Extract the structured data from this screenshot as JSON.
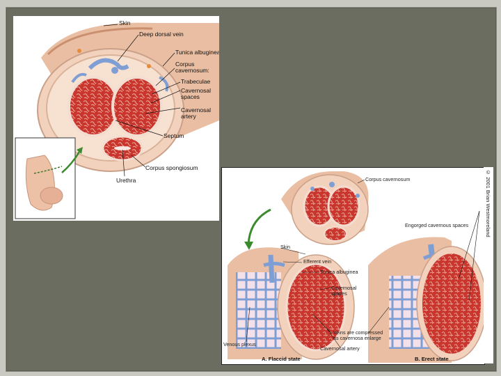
{
  "top_figure": {
    "labels": {
      "skin": "Skin",
      "deep_dorsal_vein": "Deep dorsal vein",
      "tunica_albuginea": "Tunica albuginea",
      "corpus_cavernosum_1": "Corpus",
      "corpus_cavernosum_2": "cavernosum:",
      "trabeculae": "Trabeculae",
      "cavernosal_spaces_1": "Cavernosal",
      "cavernosal_spaces_2": "spaces",
      "cavernosal_artery_1": "Cavernosal",
      "cavernosal_artery_2": "artery",
      "septum": "Septum",
      "corpus_spongiosum": "Corpus spongiosum",
      "urethra": "Urethra"
    }
  },
  "bottom_figure": {
    "labels": {
      "corpus_cavernosum": "Corpus cavernosum",
      "engorged_spaces": "Engorged cavernous spaces",
      "skin": "Skin",
      "efferent_vein": "Efferent vein",
      "tunica_albuginea": "Tunica albuginea",
      "cavernosal_spaces_1": "Cavernosal",
      "cavernosal_spaces_2": "spaces",
      "veins_compressed_1": "Veins are compressed",
      "veins_compressed_2": "as cavernosa enlarge",
      "venous_plexus": "Venous plexus",
      "cavernosal_artery": "Cavernosal artery"
    },
    "captions": {
      "flaccid": "A. Flaccid state",
      "erect": "B. Erect state"
    }
  },
  "copyright": "© 2001 Brian Westmoreland",
  "colors": {
    "slide_bg": "#6b6d61",
    "tissue_red": "#c8362e",
    "skin_tone": "#e7b79a",
    "vein_blue": "#7f9fd4"
  }
}
